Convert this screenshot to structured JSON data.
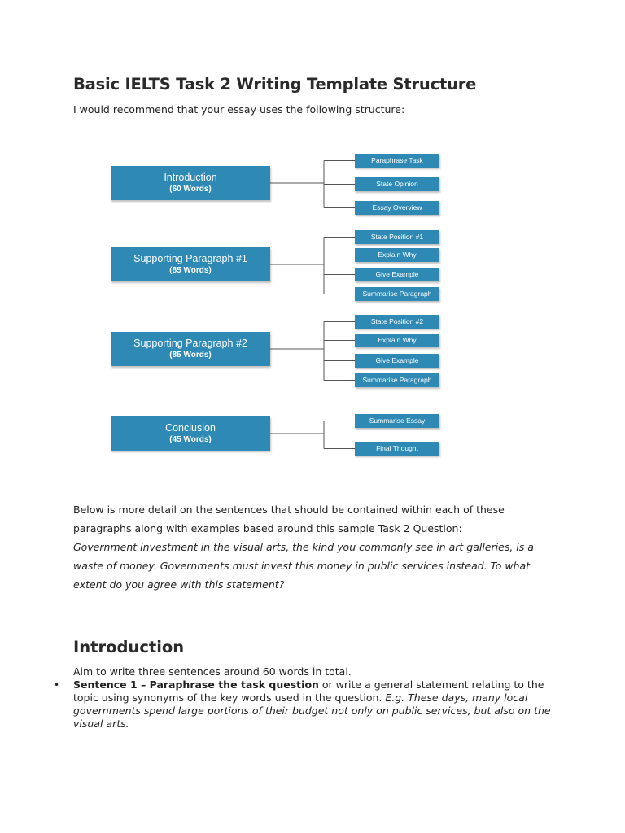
{
  "document": {
    "title": "Basic IELTS Task 2 Writing Template Structure",
    "intro_line": "I would recommend that your essay uses the following structure:"
  },
  "diagram": {
    "accent_color": "#2e8ab4",
    "line_color": "#555555",
    "sections": [
      {
        "title": "Introduction",
        "words": "(60 Words)",
        "items": [
          "Paraphrase Task",
          "State Opinion",
          "Essay Overview"
        ]
      },
      {
        "title": "Supporting Paragraph #1",
        "words": "(85 Words)",
        "items": [
          "State Position #1",
          "Explain Why",
          "Give Example",
          "Summarise Paragraph"
        ]
      },
      {
        "title": "Supporting Paragraph #2",
        "words": "(85 Words)",
        "items": [
          "State Position #2",
          "Explain Why",
          "Give Example",
          "Summarise Paragraph"
        ]
      },
      {
        "title": "Conclusion",
        "words": "(45 Words)",
        "items": [
          "Summarise Essay",
          "Final Thought"
        ]
      }
    ]
  },
  "detail": {
    "lead": "Below is more detail on the sentences that should be contained within each of these paragraphs along with examples based around this sample Task 2 Question:",
    "question": "Government investment in the visual arts, the kind you commonly see in art galleries, is a waste of money. Governments must invest this money in public services instead. To what extent do you agree with this statement?"
  },
  "introduction_section": {
    "heading": "Introduction",
    "aim": "Aim to write three sentences around 60 words in total.",
    "bullets": [
      {
        "lead": "Sentence 1 – Paraphrase the task question",
        "text": " or write a general statement relating to the topic using synonyms of the key words used in the question. ",
        "example": "E.g. These days, many local governments spend large portions of their budget not only on public services, but also on the visual arts."
      }
    ]
  }
}
